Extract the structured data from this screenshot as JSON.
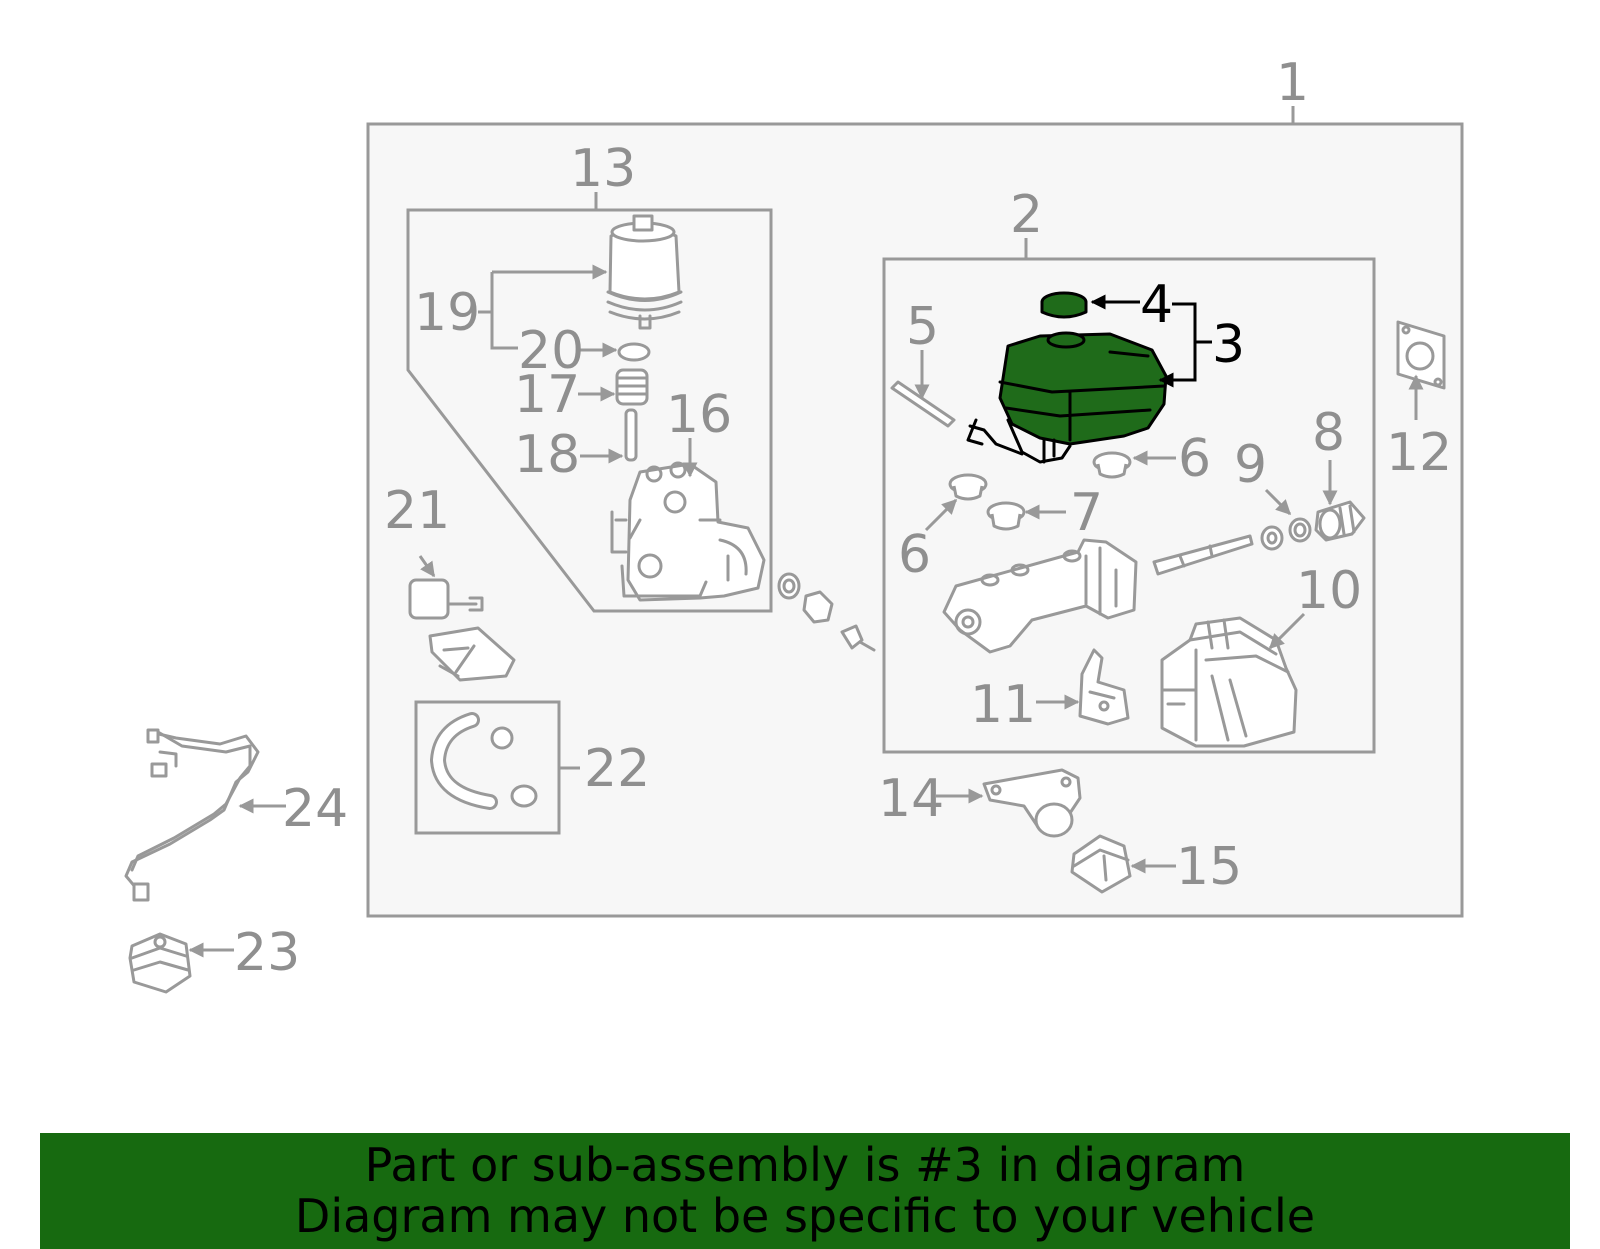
{
  "diagram": {
    "callouts": {
      "c1": "1",
      "c2": "2",
      "c3": "3",
      "c4": "4",
      "c5": "5",
      "c6a": "6",
      "c6b": "6",
      "c7": "7",
      "c8": "8",
      "c9": "9",
      "c10": "10",
      "c11": "11",
      "c12": "12",
      "c13": "13",
      "c14": "14",
      "c15": "15",
      "c16": "16",
      "c17": "17",
      "c18": "18",
      "c19": "19",
      "c20": "20",
      "c21": "21",
      "c22": "22",
      "c23": "23",
      "c24": "24"
    },
    "highlighted_part": "3",
    "colors": {
      "highlight_fill": "#1f6b1a",
      "banner": "#176a10",
      "callout_text": "#8f8f8f",
      "line_art": "#999999",
      "panel_background": "#f7f7f7"
    }
  },
  "banner": {
    "line1": "Part or sub-assembly is #3 in diagram",
    "line2": "Diagram may not be specific to your vehicle"
  }
}
